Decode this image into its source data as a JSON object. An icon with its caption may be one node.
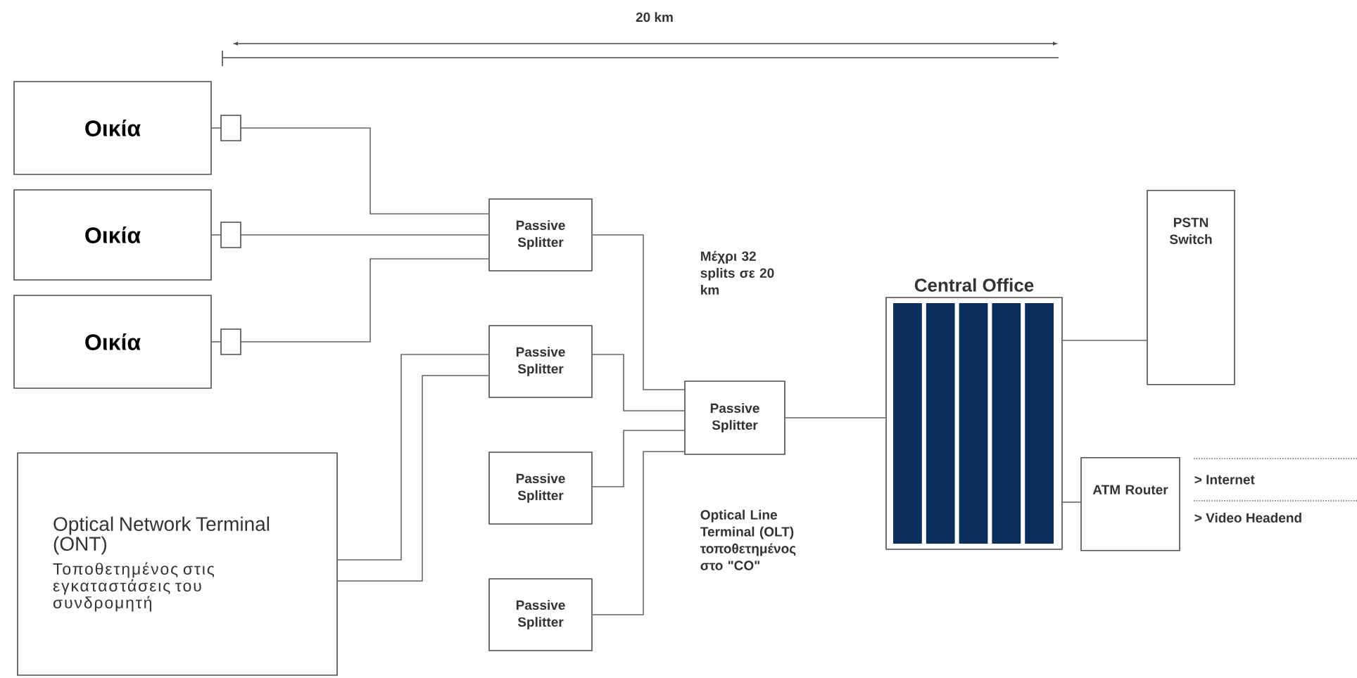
{
  "diagram": {
    "nodes": [
      {
        "text": [
          "Οικία"
        ]
      },
      {
        "text": [
          "Οικία"
        ]
      },
      {
        "text": [
          "Οικία"
        ]
      },
      {
        "text": [],
        "shape": "box"
      },
      {
        "text": [],
        "shape": "box"
      },
      {
        "text": [],
        "shape": "box"
      },
      {
        "text": [
          "Passive Splitter"
        ]
      },
      {
        "text": [
          "Passive Splitter"
        ]
      },
      {
        "text": [
          "Passive Splitter"
        ]
      },
      {
        "text": [
          "Passive Splitter"
        ]
      },
      {
        "text": [
          "Passive Splitter"
        ]
      },
      {
        "text": [
          "Optical Network Terminal (ONT)",
          "Τοποθετημένος στις εγκαταστάσεις του συνδρομητή"
        ]
      },
      {
        "text": [
          "Central Office"
        ]
      },
      {
        "text": [
          "PSTN Switch"
        ]
      },
      {
        "text": [
          "ATM Router"
        ]
      }
    ],
    "edges": [
      {
        "from": 0,
        "to": 3,
        "arrow": "none"
      },
      {
        "from": 1,
        "to": 4,
        "arrow": "none"
      },
      {
        "from": 2,
        "to": 5,
        "arrow": "none"
      },
      {
        "from": 3,
        "to": 6,
        "arrow": "none"
      },
      {
        "from": 4,
        "to": 6,
        "arrow": "none"
      },
      {
        "from": 5,
        "to": 6,
        "arrow": "none"
      },
      {
        "from": 11,
        "to": 7,
        "arrow": "none"
      },
      {
        "from": 11,
        "to": 7,
        "arrow": "none"
      },
      {
        "from": 6,
        "to": 10,
        "arrow": "none"
      },
      {
        "from": 7,
        "to": 10,
        "arrow": "none"
      },
      {
        "from": 8,
        "to": 10,
        "arrow": "none"
      },
      {
        "from": 9,
        "to": 10,
        "arrow": "none"
      },
      {
        "from": 10,
        "to": 12,
        "arrow": "none"
      },
      {
        "from": 12,
        "to": 13,
        "arrow": "none"
      },
      {
        "from": 12,
        "to": 14,
        "arrow": "none"
      }
    ],
    "labels": [
      "20 km",
      "Μέχρι 32 splits σε 20 km",
      "Optical Line Terminal (OLT) τοποθετημένος στο \"CO\"",
      "> Internet",
      "> Video Headend"
    ]
  }
}
